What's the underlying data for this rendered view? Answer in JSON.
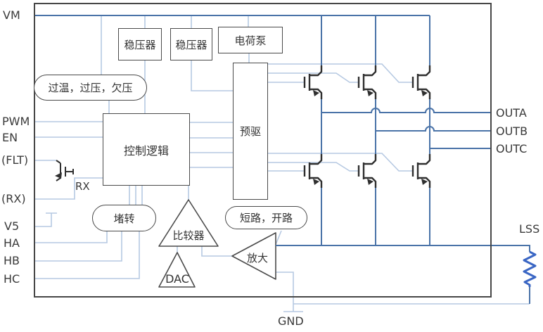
{
  "diagram": {
    "title": "motor-driver-block-diagram",
    "labels": {
      "vm": "VM",
      "pwm": "PWM",
      "en": "EN",
      "flt": "(FLT)",
      "rx": "(RX)",
      "v5": "V5",
      "ha": "HA",
      "hb": "HB",
      "hc": "HC",
      "outa": "OUTA",
      "outb": "OUTB",
      "outc": "OUTC",
      "lss": "LSS",
      "gnd": "GND",
      "rx_internal": "RX"
    },
    "blocks": {
      "regulator1": "稳压器",
      "regulator2": "稳压器",
      "charge_pump": "电荷泵",
      "protection": "过温，过压，欠压",
      "control_logic": "控制逻辑",
      "predriver": "预驱",
      "stall": "堵转",
      "comparator": "比较器",
      "dac": "DAC",
      "fault": "短路，开路",
      "amplifier": "放大"
    },
    "colors": {
      "wire_dark": "#4a73a8",
      "wire_light": "#b6c9e2",
      "resistor": "#3a66c4",
      "outline": "#474747",
      "text": "#3a3a3a"
    }
  }
}
